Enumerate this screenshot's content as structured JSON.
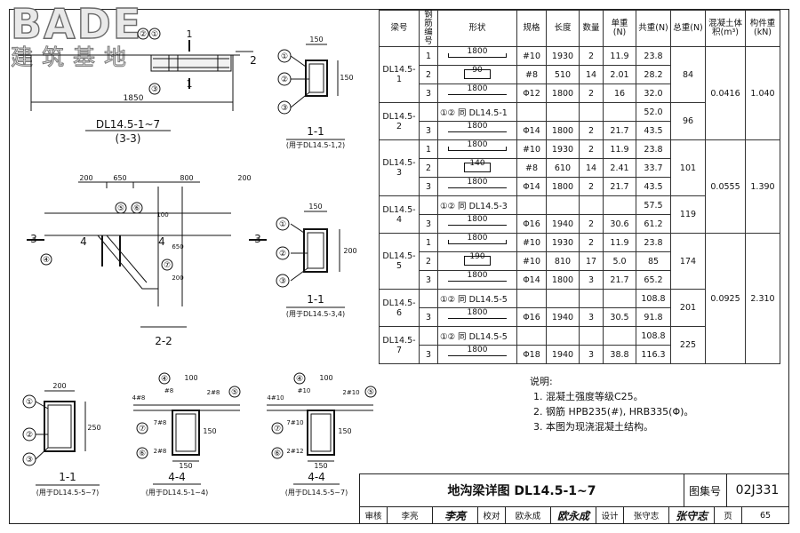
{
  "logo": {
    "brand": "BADE",
    "cn": "建筑基地"
  },
  "drawing": {
    "beam_title": "DL14.5-1~7",
    "beam_sub": "(3-3)",
    "span": "1850",
    "sec11_a_title": "1-1",
    "sec11_a_note": "(用于DL14.5-1,2)",
    "sec11_a_w": "150",
    "sec11_a_h": "150",
    "sec22_title": "2-2",
    "dims_22": [
      "200",
      "650",
      "800",
      "200"
    ],
    "dims_22_v": [
      "100",
      "650",
      "200"
    ],
    "sec11_b_title": "1-1",
    "sec11_b_note": "(用于DL14.5-3,4)",
    "sec11_b_w": "150",
    "sec11_b_h": "200",
    "sec11_c_title": "1-1",
    "sec11_c_note": "(用于DL14.5-5~7)",
    "sec11_c_w": "200",
    "sec11_c_h": "250",
    "sec44_a_title": "4-4",
    "sec44_a_note": "(用于DL14.5-1~4)",
    "sec44_a_w": "150",
    "sec44_a_h": "150",
    "sec44_a_top": "100",
    "sec44_a_labels": [
      "4#8",
      "2#8",
      "7#8",
      "2#8",
      "#8"
    ],
    "sec44_b_title": "4-4",
    "sec44_b_note": "(用于DL14.5-5~7)",
    "sec44_b_w": "150",
    "sec44_b_h": "150",
    "sec44_b_top": "100",
    "sec44_b_labels": [
      "4#10",
      "2#10",
      "7#10",
      "2#12",
      "#10"
    ],
    "marks": [
      "①",
      "②",
      "③",
      "④",
      "⑤",
      "⑥",
      "⑦"
    ],
    "cut_labels": [
      "3",
      "3",
      "4",
      "4",
      "1",
      "1",
      "2",
      "2"
    ]
  },
  "table": {
    "headers": [
      "梁号",
      "钢筋编号",
      "形状",
      "规格",
      "长度",
      "数量",
      "单重(N)",
      "共重(N)",
      "总重(N)",
      "混凝土体积(m³)",
      "构件重(kN)"
    ],
    "rows": [
      {
        "beam": "DL14.5-1",
        "no": "1",
        "shape": "1800",
        "type": "hook",
        "spec": "#10",
        "len": "1930",
        "qty": "2",
        "unit": "11.9",
        "total": "23.8"
      },
      {
        "beam": "",
        "no": "2",
        "shape": "90",
        "type": "stirrup",
        "spec": "#8",
        "len": "510",
        "qty": "14",
        "unit": "2.01",
        "total": "28.2"
      },
      {
        "beam": "",
        "no": "3",
        "shape": "1800",
        "type": "bar",
        "spec": "Φ12",
        "len": "1800",
        "qty": "2",
        "unit": "16",
        "total": "32.0"
      },
      {
        "beam": "DL14.5-2",
        "no": "",
        "shape": "①② 同 DL14.5-1",
        "type": "text",
        "spec": "",
        "len": "",
        "qty": "",
        "unit": "",
        "total": "52.0"
      },
      {
        "beam": "",
        "no": "3",
        "shape": "1800",
        "type": "bar",
        "spec": "Φ14",
        "len": "1800",
        "qty": "2",
        "unit": "21.7",
        "total": "43.5"
      },
      {
        "beam": "DL14.5-3",
        "no": "1",
        "shape": "1800",
        "type": "hook",
        "spec": "#10",
        "len": "1930",
        "qty": "2",
        "unit": "11.9",
        "total": "23.8"
      },
      {
        "beam": "",
        "no": "2",
        "shape": "140",
        "type": "stirrup",
        "spec": "#8",
        "len": "610",
        "qty": "14",
        "unit": "2.41",
        "total": "33.7"
      },
      {
        "beam": "",
        "no": "3",
        "shape": "1800",
        "type": "bar",
        "spec": "Φ14",
        "len": "1800",
        "qty": "2",
        "unit": "21.7",
        "total": "43.5"
      },
      {
        "beam": "DL14.5-4",
        "no": "",
        "shape": "①② 同 DL14.5-3",
        "type": "text",
        "spec": "",
        "len": "",
        "qty": "",
        "unit": "",
        "total": "57.5"
      },
      {
        "beam": "",
        "no": "3",
        "shape": "1800",
        "type": "bent",
        "spec": "Φ16",
        "len": "1940",
        "qty": "2",
        "unit": "30.6",
        "total": "61.2"
      },
      {
        "beam": "DL14.5-5",
        "no": "1",
        "shape": "1800",
        "type": "hook",
        "spec": "#10",
        "len": "1930",
        "qty": "2",
        "unit": "11.9",
        "total": "23.8"
      },
      {
        "beam": "",
        "no": "2",
        "shape": "190",
        "type": "stirrup",
        "spec": "#10",
        "len": "810",
        "qty": "17",
        "unit": "5.0",
        "total": "85"
      },
      {
        "beam": "",
        "no": "3",
        "shape": "1800",
        "type": "bar",
        "spec": "Φ14",
        "len": "1800",
        "qty": "3",
        "unit": "21.7",
        "total": "65.2"
      },
      {
        "beam": "DL14.5-6",
        "no": "",
        "shape": "①② 同 DL14.5-5",
        "type": "text",
        "spec": "",
        "len": "",
        "qty": "",
        "unit": "",
        "total": "108.8"
      },
      {
        "beam": "",
        "no": "3",
        "shape": "1800",
        "type": "bent",
        "spec": "Φ16",
        "len": "1940",
        "qty": "3",
        "unit": "30.5",
        "total": "91.8"
      },
      {
        "beam": "DL14.5-7",
        "no": "",
        "shape": "①② 同 DL14.5-5",
        "type": "text",
        "spec": "",
        "len": "",
        "qty": "",
        "unit": "",
        "total": "108.8"
      },
      {
        "beam": "",
        "no": "3",
        "shape": "1800",
        "type": "bent",
        "spec": "Φ18",
        "len": "1940",
        "qty": "3",
        "unit": "38.8",
        "total": "116.3"
      }
    ],
    "totals": [
      "84",
      "96",
      "101",
      "119",
      "174",
      "201",
      "225"
    ],
    "volumes": [
      "0.0416",
      "0.0555",
      "0.0925"
    ],
    "weights": [
      "1.040",
      "1.390",
      "2.310"
    ]
  },
  "notes": {
    "title": "说明:",
    "items": [
      "1. 混凝土强度等级C25。",
      "2. 钢筋 HPB235(#), HRB335(Φ)。",
      "3. 本图为现浇混凝土结构。"
    ]
  },
  "titleblock": {
    "title": "地沟梁详图 DL14.5-1~7",
    "atlas_label": "图集号",
    "atlas_no": "02J331",
    "review_label": "审核",
    "reviewer": "李亮",
    "review_sig": "李亮",
    "check_label": "校对",
    "checker": "欧永成",
    "check_sig": "欧永成",
    "design_label": "设计",
    "designer": "张守志",
    "design_sig": "张守志",
    "page_label": "页",
    "page_no": "65"
  }
}
